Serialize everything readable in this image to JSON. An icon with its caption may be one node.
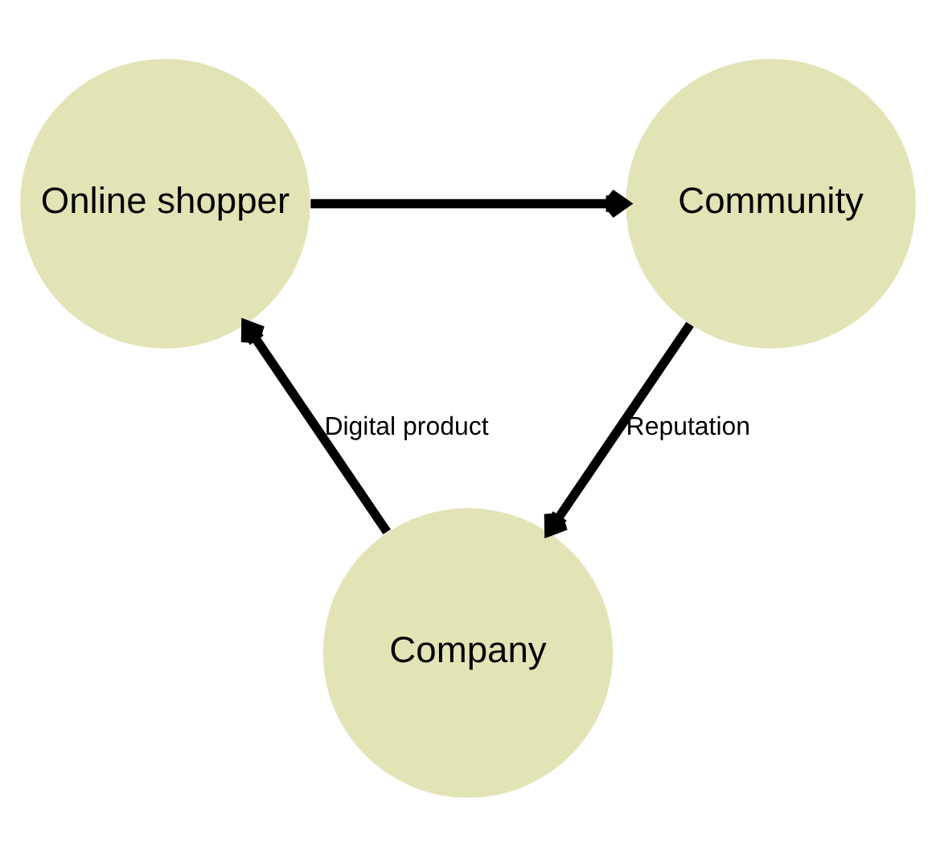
{
  "diagram": {
    "nodes": [
      {
        "text": [
          "Online shopper"
        ]
      },
      {
        "text": [
          "Community"
        ]
      },
      {
        "text": [
          "Company"
        ]
      }
    ],
    "edges": [
      {
        "from": 0,
        "to": 1,
        "arrow": "to"
      },
      {
        "from": 1,
        "to": 2,
        "arrow": "to",
        "label": "Reputation"
      },
      {
        "from": 2,
        "to": 0,
        "arrow": "to",
        "label": "Digital product"
      }
    ]
  }
}
